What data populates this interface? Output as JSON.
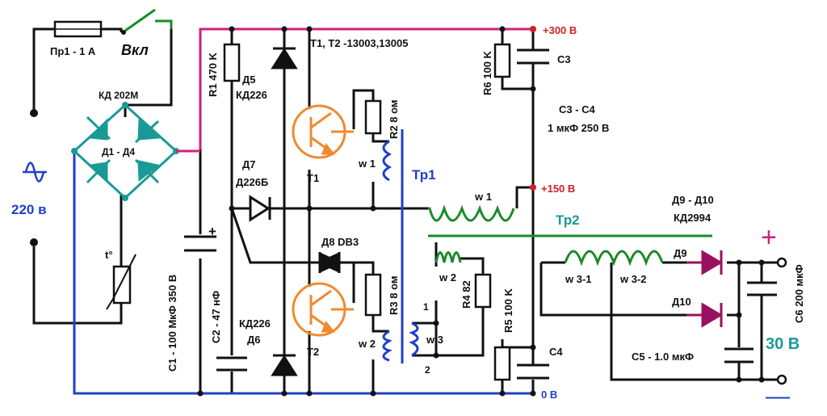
{
  "colors": {
    "wire": "#111111",
    "plus_rail": "#d11f7e",
    "zero_rail": "#1f3fc8",
    "transformer": "#1a8a2a",
    "transistor": "#f08a30",
    "bridge": "#1a9a96",
    "diode_out": "#9a1060",
    "winding_tr1": "#1f3fc8",
    "voltage_label": "#d0202a"
  },
  "labels": {
    "fuse": "Пр1 - 1 А",
    "switch": "Вкл",
    "bridge_part": "КД 202М",
    "bridge_name": "Д1 - Д4",
    "mains": "220 в",
    "thermistor": "t°",
    "r1": "R1 470 K",
    "c1": "С1 - 100 МкФ 350 В",
    "c1_plus": "+",
    "c2": "С2 - 47 нФ",
    "d5_name": "Д5",
    "d5_part": "КД226",
    "d6_part": "КД226",
    "d6_name": "Д6",
    "d7_name": "Д7",
    "d7_part": "Д226Б",
    "d8": "Д8  DB3",
    "transistors": "Т1, Т2 -13003,13005",
    "t1": "Т1",
    "t2": "Т2",
    "r2": "R2 8 ом",
    "r3": "R3 8 ом",
    "tr1_w1": "w 1",
    "tr1_w2": "w 2",
    "tr1": "Тр1",
    "tr2": "Тр2",
    "tr2_w1": "w 1",
    "tr2_w2": "w 2",
    "tr2_w3": "w 3",
    "tr2_w3_1": "w 3-1",
    "tr2_w3_2": "w 3-2",
    "tap1": "1",
    "tap2": "2",
    "r4": "R4 82",
    "r5": "R5 100 K",
    "r6": "R6 100 K",
    "c3": "С3",
    "c3c4_name": "С3 - С4",
    "c3c4_value": "1 мкФ 250 В",
    "c4": "С4",
    "v300": "+300 В",
    "v150": "+150 В",
    "v0": "0 В",
    "d9d10_name": "Д9 - Д10",
    "d9d10_part": "КД2994",
    "d9": "Д9",
    "d10": "Д10",
    "c5": "С5 - 1.0 мкФ",
    "c6": "С6 200 мкФ",
    "out_plus": "+",
    "out_minus": "—",
    "out_voltage": "30 В"
  }
}
